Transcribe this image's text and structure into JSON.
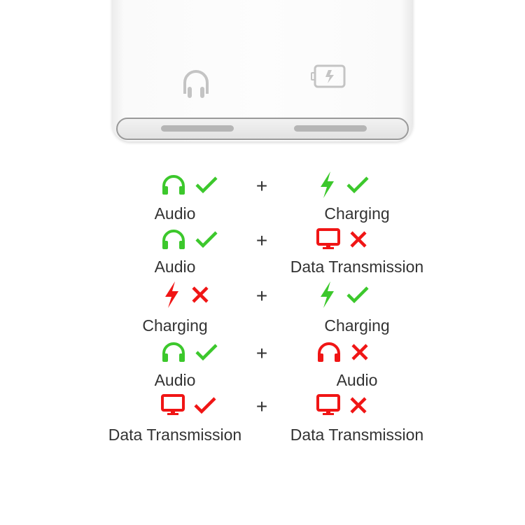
{
  "colors": {
    "green": "#3cc82c",
    "red": "#f01515",
    "gray": "#c4c4c4"
  },
  "adapter": {
    "left_port_icon": "headphones-icon",
    "right_port_icon": "battery-charging-icon"
  },
  "plus_symbol": "+",
  "rows": [
    {
      "left": {
        "icon": "headphones",
        "icon_color": "green",
        "mark": "check",
        "mark_color": "green",
        "label": "Audio"
      },
      "right": {
        "icon": "bolt",
        "icon_color": "green",
        "mark": "check",
        "mark_color": "green",
        "label": "Charging"
      }
    },
    {
      "left": {
        "icon": "headphones",
        "icon_color": "green",
        "mark": "check",
        "mark_color": "green",
        "label": "Audio"
      },
      "right": {
        "icon": "monitor",
        "icon_color": "red",
        "mark": "cross",
        "mark_color": "red",
        "label": "Data Transmission"
      }
    },
    {
      "left": {
        "icon": "bolt",
        "icon_color": "red",
        "mark": "cross",
        "mark_color": "red",
        "label": "Charging"
      },
      "right": {
        "icon": "bolt",
        "icon_color": "green",
        "mark": "check",
        "mark_color": "green",
        "label": "Charging"
      }
    },
    {
      "left": {
        "icon": "headphones",
        "icon_color": "green",
        "mark": "check",
        "mark_color": "green",
        "label": "Audio"
      },
      "right": {
        "icon": "headphones",
        "icon_color": "red",
        "mark": "cross",
        "mark_color": "red",
        "label": "Audio"
      }
    },
    {
      "left": {
        "icon": "monitor",
        "icon_color": "red",
        "mark": "check",
        "mark_color": "red",
        "label": "Data Transmission"
      },
      "right": {
        "icon": "monitor",
        "icon_color": "red",
        "mark": "cross",
        "mark_color": "red",
        "label": "Data Transmission"
      }
    }
  ]
}
